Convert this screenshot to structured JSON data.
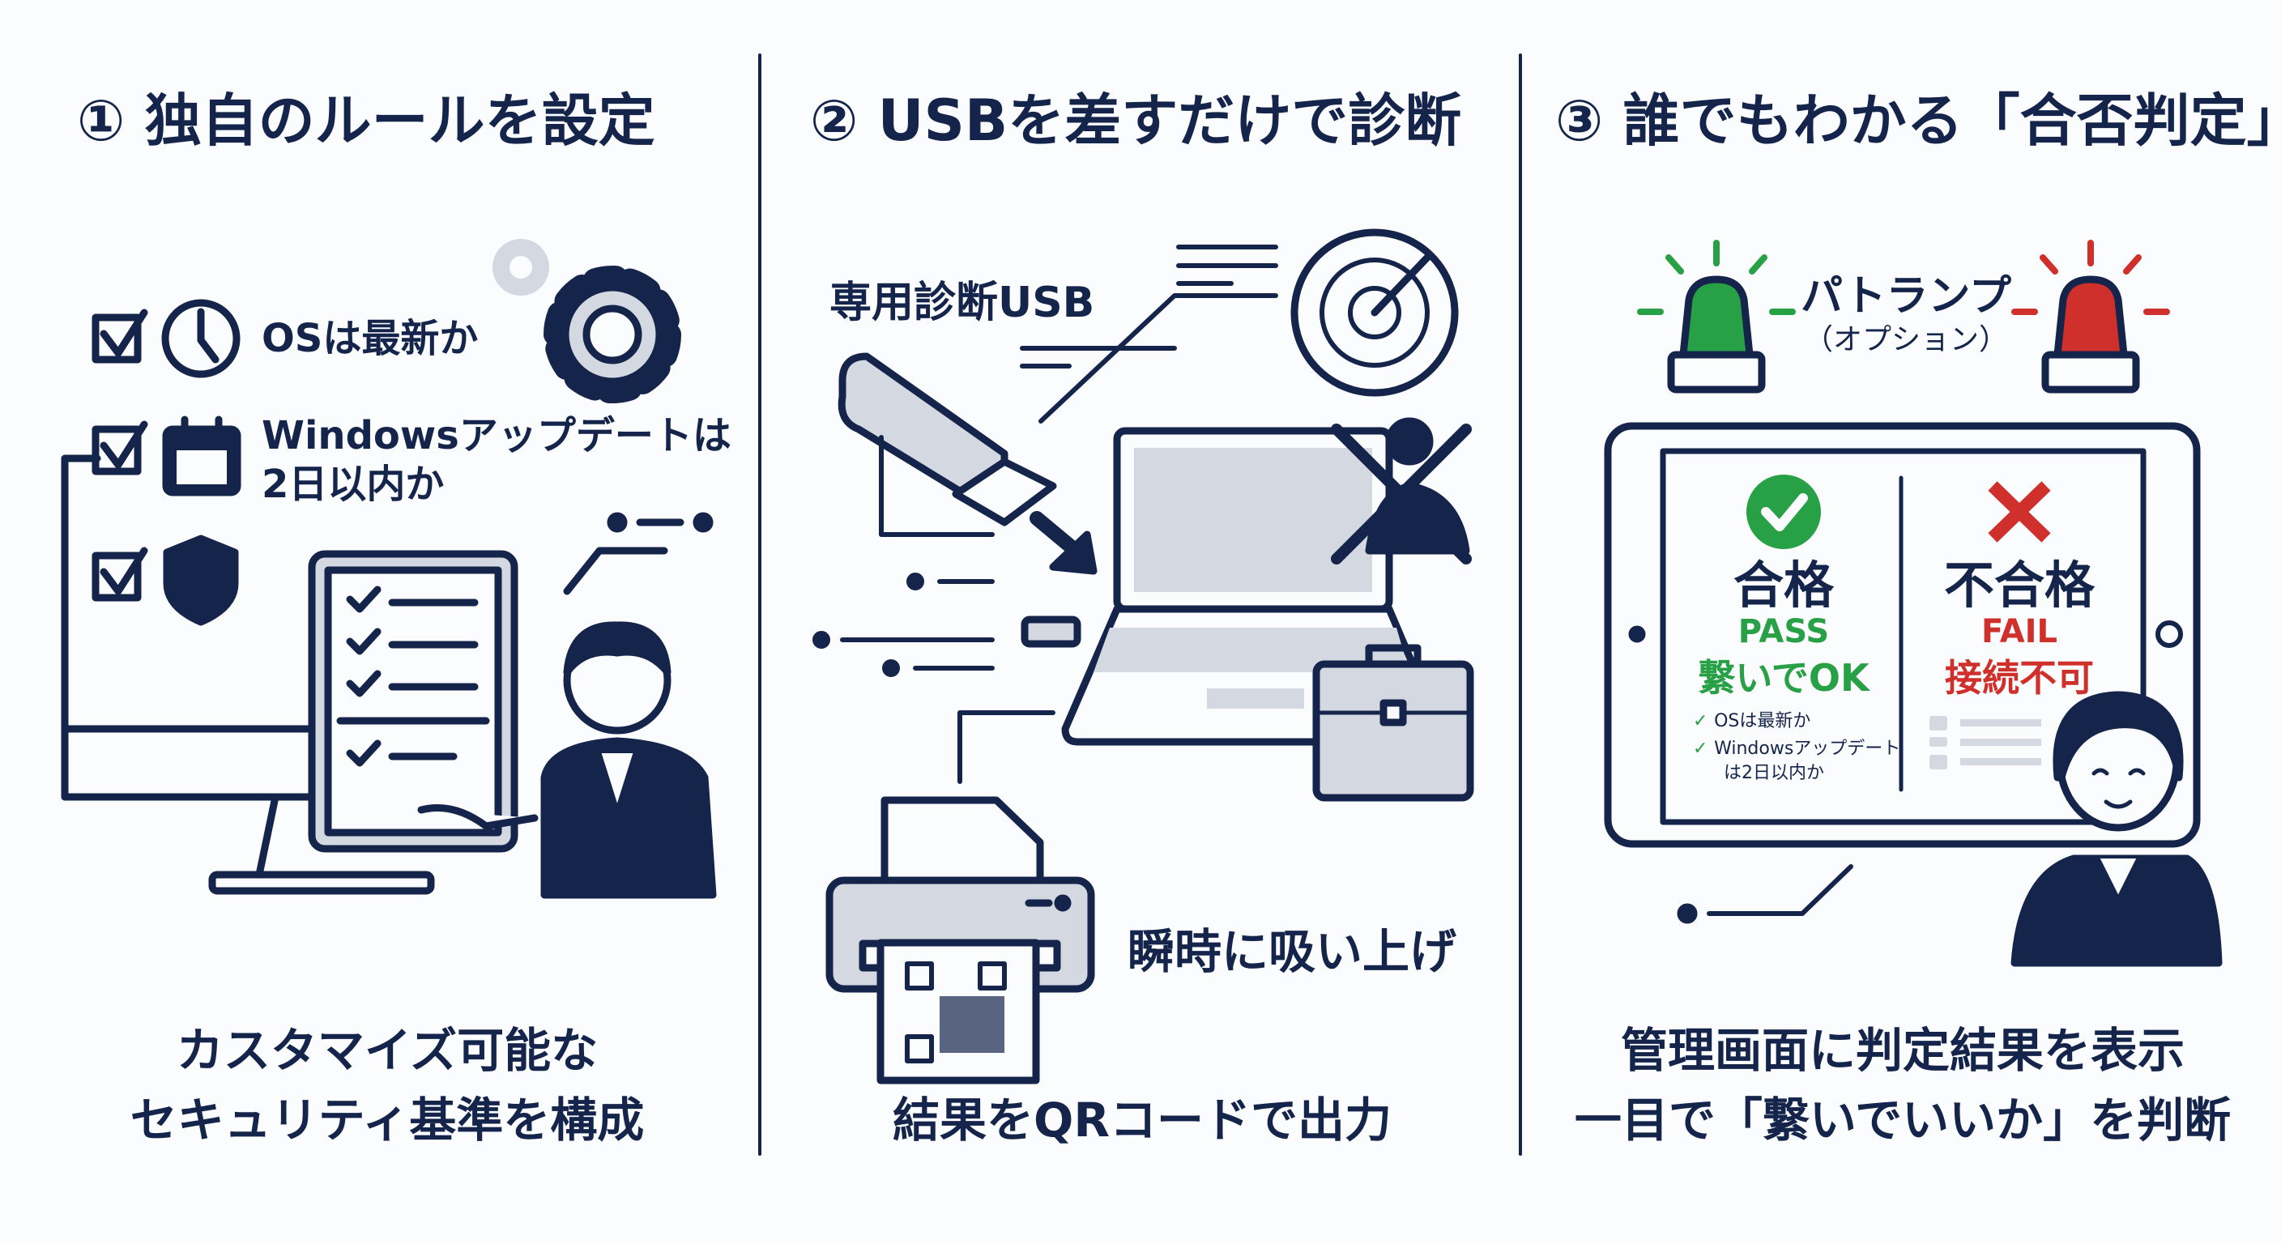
{
  "colors": {
    "navy": "#14244b",
    "gray": "#d4d8e1",
    "green": "#27a046",
    "red": "#d0302c",
    "bg": "#fbfcfd"
  },
  "panels": [
    {
      "title": "① 独自のルールを設定",
      "checks": [
        {
          "icon": "clock-icon",
          "label_line1": "OSは最新か"
        },
        {
          "icon": "calendar-icon",
          "label_line1": "Windowsアップデートは",
          "label_line2": "2日以内か"
        },
        {
          "icon": "shield-icon"
        }
      ],
      "caption_line1": "カスタマイズ可能な",
      "caption_line2": "セキュリティ基準を構成"
    },
    {
      "title": "② USBを差すだけで診断",
      "usb_label": "専用診断USB",
      "scan_label": "瞬時に吸い上げ",
      "caption": "結果をQRコードで出力"
    },
    {
      "title": "③ 誰でもわかる「合否判定」",
      "lamp_label": "パトランプ",
      "lamp_sub": "（オプション）",
      "pass": {
        "title": "合格",
        "en": "PASS",
        "msg": "繋いでOK",
        "items": [
          "OSは最新か",
          "Windowsアップデート",
          "は2日以内か"
        ]
      },
      "fail": {
        "title": "不合格",
        "en": "FAIL",
        "msg": "接続不可"
      },
      "caption_line1": "管理画面に判定結果を表示",
      "caption_line2": "一目で「繋いでいいか」を判断"
    }
  ]
}
